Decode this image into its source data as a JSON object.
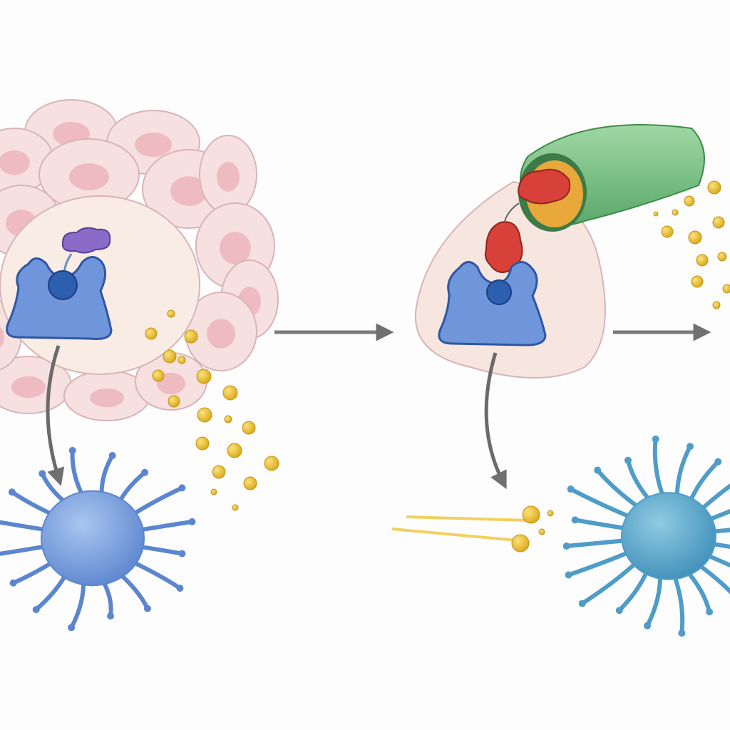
{
  "colors": {
    "background": "#fdfdfd",
    "cell_fill": "#f7e0e0",
    "cell_stroke": "#d8b4b8",
    "nucleus": "#eebcc0",
    "central_cell": "#f8ece5",
    "receptor": "#6f96da",
    "receptor_stroke": "#2f56a3",
    "purple_molecule": "#8a6cc8",
    "red_molecule": "#d8403a",
    "granule": "#e8bf2e",
    "arrow": "#7a7a7a",
    "left_immune_cell": "#7aa2e2",
    "right_immune_cell": "#5eaccf",
    "tube": "#7fc68a",
    "tube_interior": "#e8a83a"
  },
  "icons": [
    "cell-cluster",
    "receptor",
    "immune-cell",
    "green-tube",
    "arrow-right",
    "arrow-down"
  ]
}
